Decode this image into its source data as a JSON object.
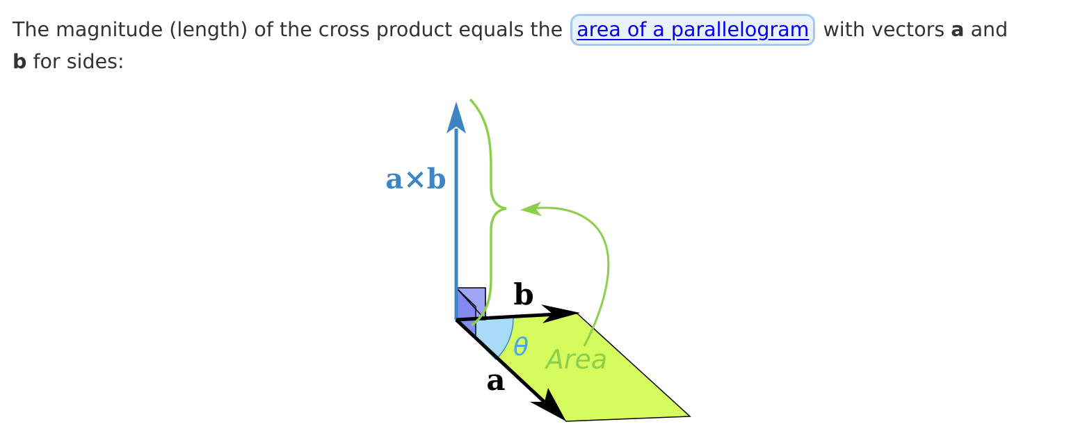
{
  "paragraph": {
    "text_before": "The magnitude (length) of the cross product equals the ",
    "link_text": "area of a parallelogram",
    "text_middle": " with vectors ",
    "bold_a": "a",
    "text_and": " and ",
    "bold_b": "b",
    "text_after": " for sides:"
  },
  "diagram": {
    "label_axb": "a×b",
    "label_b": "b",
    "label_a": "a",
    "label_theta": "θ",
    "label_area": "Area",
    "colors": {
      "cross_vector": "#3d86c4",
      "area_fill": "#d6fb5e",
      "brace": "#8ccf4a",
      "angle_fill": "#a8dbf5",
      "right_angle_box": "#7f86f2",
      "vectors": "#000000"
    }
  }
}
